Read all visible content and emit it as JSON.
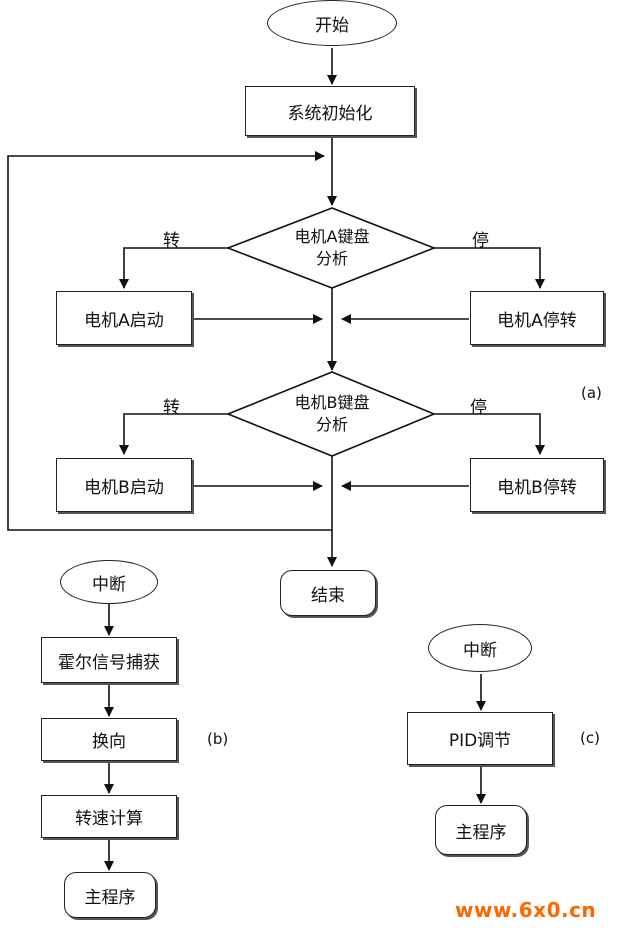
{
  "diagram_a": {
    "start": "开始",
    "init": "系统初始化",
    "motor_a_decision_line1": "电机A键盘",
    "motor_a_decision_line2": "分析",
    "motor_a_start": "电机A启动",
    "motor_a_stop": "电机A停转",
    "motor_b_decision_line1": "电机B键盘",
    "motor_b_decision_line2": "分析",
    "motor_b_start": "电机B启动",
    "motor_b_stop": "电机B停转",
    "end": "结束",
    "branch_run": "转",
    "branch_stop": "停",
    "tag": "(a)"
  },
  "diagram_b": {
    "interrupt": "中断",
    "hall_capture": "霍尔信号捕获",
    "commutation": "换向",
    "speed_calc": "转速计算",
    "main_program": "主程序",
    "tag": "(b)"
  },
  "diagram_c": {
    "interrupt": "中断",
    "pid": "PID调节",
    "main_program": "主程序",
    "tag": "(c)"
  },
  "watermark": "www.6x0.cn"
}
